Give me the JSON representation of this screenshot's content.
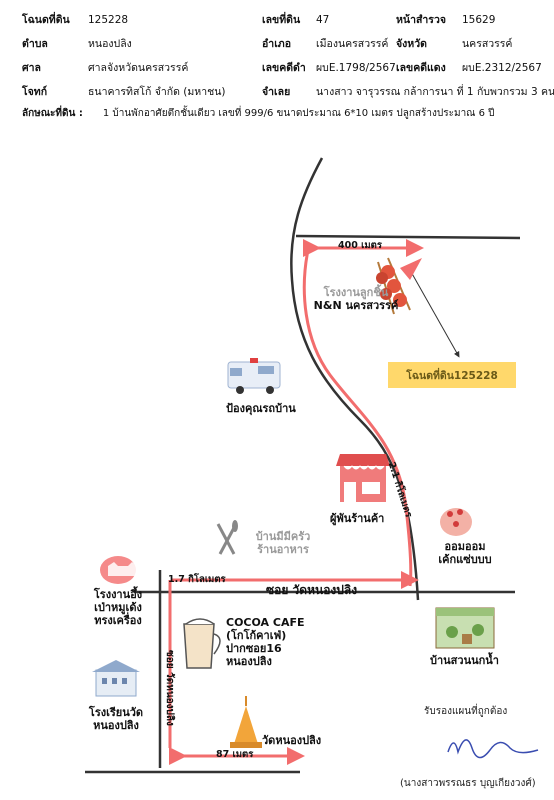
{
  "header": {
    "row1": {
      "l1": "โฉนดที่ดิน",
      "v1": "125228",
      "l2": "เลขที่ดิน",
      "v2": "47",
      "l3": "หน้าสำรวจ",
      "v3": "15629"
    },
    "row2": {
      "l1": "ตำบล",
      "v1": "หนองปลิง",
      "l2": "อำเภอ",
      "v2": "เมืองนครสวรรค์",
      "l3": "จังหวัด",
      "v3": "นครสวรรค์"
    },
    "row3": {
      "l1": "ศาล",
      "v1": "ศาลจังหวัดนครสวรรค์",
      "l2": "เลขคดีดำ",
      "v2": "ผบE.1798/2567",
      "l3": "เลขคดีแดง",
      "v3": "ผบE.2312/2567"
    },
    "row4": {
      "l1": "โจทก์",
      "v1": "ธนาคารทิสโก้ จำกัด (มหาชน)",
      "l2": "จำเลย",
      "v2": "นางสาว จารุวรรณ กล้าการนา  ที่ 1  กับพวกรวม 3 คน"
    },
    "desc_label": "ลักษณะที่ดิน :",
    "desc_value": "1 บ้านพักอาศัยตึกชั้นเดียว เลขที่ 999/6 ขนาดประมาณ 6*10 เมตร ปลูกสร้างประมาณ 6 ปี"
  },
  "map": {
    "dist_400": "400 เมตร",
    "dist_21": "2.1 กิโลเมตร",
    "dist_17": "1.7 กิโลเมตร",
    "dist_87": "87 เมตร",
    "soi_road": "ซอย วัดหนองปลิง",
    "soi_side": "ซอย วัดหนองปลิง",
    "plot_label": "โฉนดที่ดิน125228",
    "factory_line1": "โรงงานลูกชิ้น",
    "factory_line2": "N&N นครสวรรค์",
    "ambulance": "ป้องคุณรถบ้าน",
    "shop": "ผู้พันร้านค้า",
    "cake_line1": "ออมออม",
    "cake_line2": "เค้กแซ่บบบ",
    "restaurant_line1": "บ้านมีมีครัว",
    "restaurant_line2": "ร้านอาหาร",
    "pig_line1": "โรงงานอึ้ง",
    "pig_line2": "เป่าหมูเด้ง",
    "pig_line3": "ทรงเครื่อง",
    "cafe_line1": "COCOA CAFE",
    "cafe_line2": "(โกโก้คาเฟ่)",
    "cafe_line3": "ปากซอย16",
    "cafe_line4": "หนองปลิง",
    "school_line1": "โรงเรียนวัด",
    "school_line2": "หนองปลิง",
    "temple": "วัดหนองปลิง",
    "garden": "บ้านสวนนกน้ำ",
    "certify": "รับรองแผนที่ถูกต้อง",
    "signer": "(นางสาวพรรณธร บุญเกียงวงศ์)"
  },
  "colors": {
    "route_red": "#f26d6d",
    "road_black": "#333333",
    "highlight_yellow": "#ffd86b"
  }
}
